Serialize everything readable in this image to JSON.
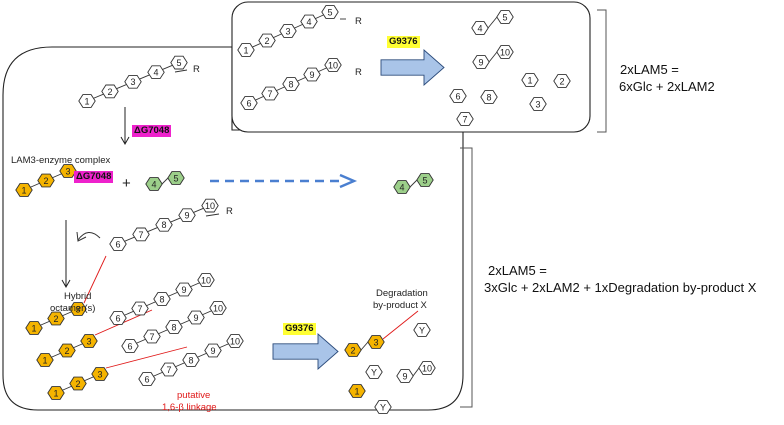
{
  "labels": {
    "r": "R",
    "enzyme_delta": "ΔG7048",
    "enzyme_g": "G9376",
    "complex": "LAM3-enzyme complex",
    "plus": "+",
    "hybrid_line1": "Hybrid",
    "hybrid_line2": "octamer(s)",
    "degradation_line1": "Degradation",
    "degradation_line2": "by-product X",
    "putative_line1": "putative",
    "putative_line2": "1,6-β linkage",
    "y": "Y"
  },
  "summary_top": {
    "line1": "2xLAM5 =",
    "line2": "6xGlc + 2xLAM2"
  },
  "summary_bottom": {
    "line1": "2xLAM5 =",
    "line2": "3xGlc + 2xLAM2 + 1xDegradation by-product X"
  },
  "colors": {
    "orange": "#f5b400",
    "green": "#9ccf8a",
    "magenta": "#ee22cc",
    "yellow": "#ffff33",
    "arrow_fill": "#a9c4e8",
    "dashed_blue": "#4a7fd0",
    "red": "#e01818"
  }
}
